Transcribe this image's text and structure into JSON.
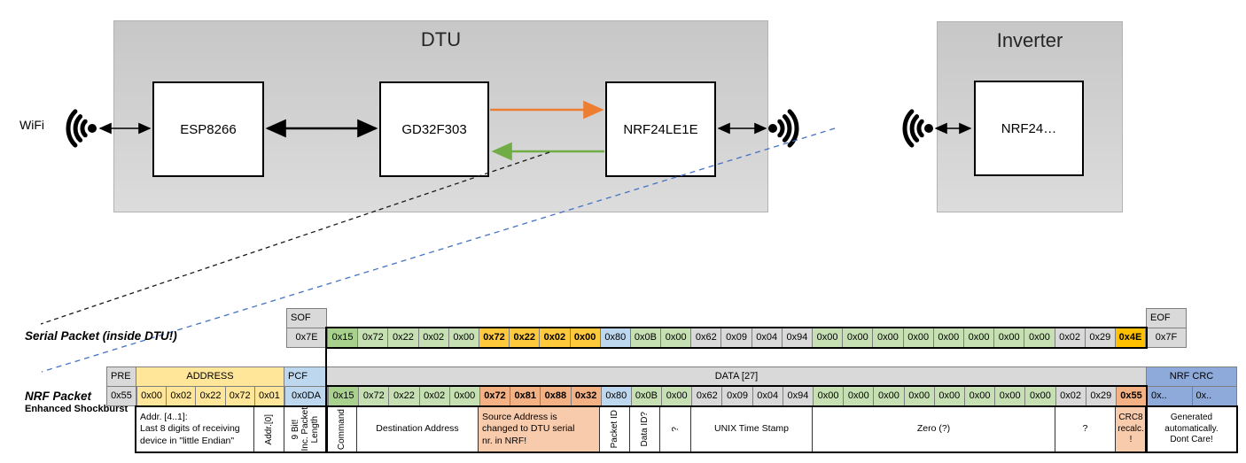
{
  "diagram": {
    "wifi_label": "WiFi",
    "dtu_title": "DTU",
    "esp_label": "ESP8266",
    "gd_label": "GD32F303",
    "nrf_label": "NRF24LE1E",
    "inverter_title": "Inverter",
    "inverter_nrf_label": "NRF24…",
    "colors": {
      "orange_arrow": "#ED7D31",
      "green_arrow": "#70AD47",
      "blue_dashed_line": "#4472C4",
      "black_dashed_line": "#1a1a1a"
    }
  },
  "serial_packet": {
    "label": "Serial Packet (inside DTU!)",
    "sof_header": "SOF",
    "sof": "0x7E",
    "eof_header": "EOF",
    "eof": "0x7F",
    "bytes": [
      "0x15",
      "0x72",
      "0x22",
      "0x02",
      "0x00",
      "0x72",
      "0x22",
      "0x02",
      "0x00",
      "0x80",
      "0x0B",
      "0x00",
      "0x62",
      "0x09",
      "0x04",
      "0x94",
      "0x00",
      "0x00",
      "0x00",
      "0x00",
      "0x00",
      "0x00",
      "0x00",
      "0x00",
      "0x02",
      "0x29",
      "0x4E"
    ]
  },
  "nrf_packet": {
    "label": "NRF Packet",
    "sublabel": "Enhanced Shockburst",
    "pre_header": "PRE",
    "pre": "0x55",
    "address_header": "ADDRESS",
    "address": [
      "0x00",
      "0x02",
      "0x22",
      "0x72",
      "0x01"
    ],
    "pcf_header": "PCF",
    "pcf": "0x0DA",
    "data_header": "DATA [27]",
    "bytes": [
      "0x15",
      "0x72",
      "0x22",
      "0x02",
      "0x00",
      "0x72",
      "0x81",
      "0x88",
      "0x32",
      "0x80",
      "0x0B",
      "0x00",
      "0x62",
      "0x09",
      "0x04",
      "0x94",
      "0x00",
      "0x00",
      "0x00",
      "0x00",
      "0x00",
      "0x00",
      "0x00",
      "0x00",
      "0x02",
      "0x29",
      "0x55"
    ],
    "crc_header": "NRF CRC",
    "crc": [
      "0x..",
      "0x.."
    ]
  },
  "annotations": {
    "addr41": "Addr. [4..1]:\nLast 8 digits of receiving\ndevice in \"little Endian\"",
    "addr0": "Addr.[0]",
    "pcf": "9 Bit!\nInc. Packet\nLength",
    "command": "Command",
    "dest": "Destination Address",
    "source": "Source Address is\nchanged to DTU serial\nnr. in NRF!",
    "packet_id": "Packet ID",
    "data_id": "Data ID?",
    "q1": "?",
    "unix": "UNIX Time Stamp",
    "zero": "Zero (?)",
    "q2": "?",
    "crc8": "CRC8\nrecalc.\n!",
    "generated": "Generated\nautomatically.\nDont Care!"
  },
  "palette": {
    "header_gray": "#D9D9D9",
    "address_yellow": "#FFE699",
    "pcf_blue": "#BDD7EE",
    "crc_blue": "#8EAADB",
    "command_green": "#A9D18E",
    "data_green": "#C6E0B4",
    "source_gold": "#FFC93C",
    "crc8_gold": "#FFC000",
    "source_salmon": "#F4B183",
    "note_salmon": "#F8CBAD"
  }
}
